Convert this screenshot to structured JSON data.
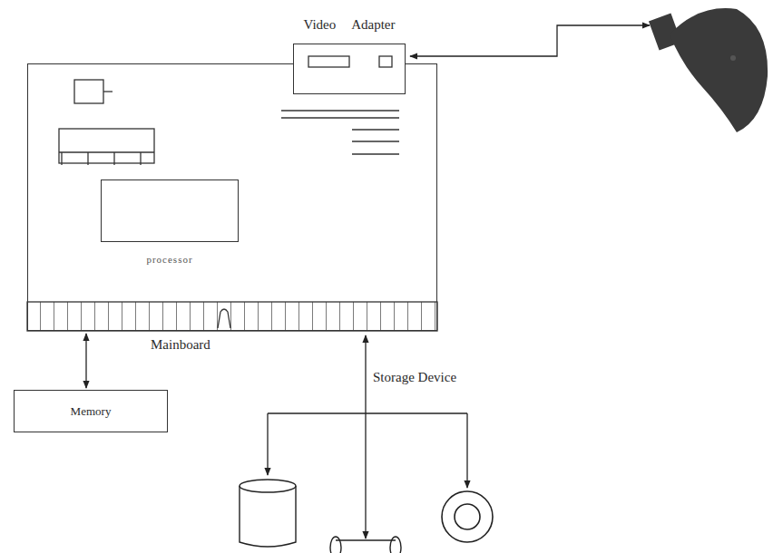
{
  "diagram": {
    "nodes": [
      {
        "text": [
          "Mainboard"
        ]
      },
      {
        "text": [
          "processor"
        ],
        "in": 0
      },
      {
        "text": [
          "Video Adapter"
        ]
      },
      {
        "text": [
          "Memory"
        ]
      }
    ],
    "edges": [
      {
        "from": 0,
        "to": 3,
        "arrow": "both"
      }
    ],
    "labels": [
      "Storage Device"
    ]
  }
}
